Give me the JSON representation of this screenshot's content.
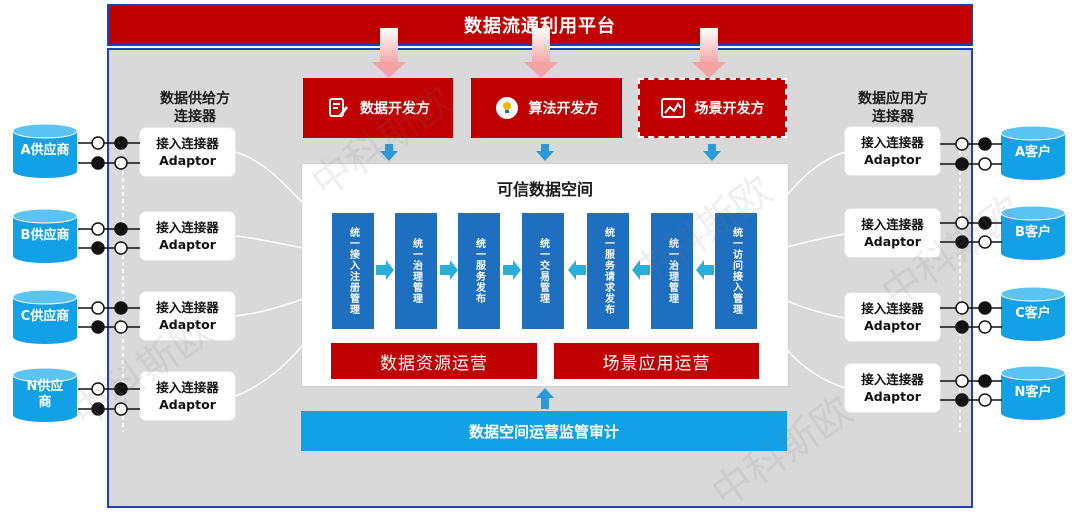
{
  "platform_title": "数据流通利用平台",
  "developers": [
    "数据开发方",
    "算法开发方",
    "场景开发方"
  ],
  "trusted_space": {
    "title": "可信数据空间",
    "modules": [
      "统一接入注册管理",
      "统一治理管理",
      "统一服务发布",
      "统一交易管理",
      "统一服务请求发布",
      "统一治理管理",
      "统一访问接入管理"
    ]
  },
  "operations": [
    "数据资源运营",
    "场景应用运营"
  ],
  "audit": "数据空间运营监管审计",
  "supplier_side": {
    "title_line1": "数据供给方",
    "title_line2": "连接器"
  },
  "consumer_side": {
    "title_line1": "数据应用方",
    "title_line2": "连接器"
  },
  "connector": {
    "line1": "接入连接器",
    "line2": "Adaptor"
  },
  "suppliers": [
    "A供应商",
    "B供应商",
    "C供应商",
    "N供应\n商"
  ],
  "customers": [
    "A客户",
    "B客户",
    "C客户",
    "N客户"
  ],
  "watermark": "中科斯欧",
  "colors": {
    "red": "#c00000",
    "blue": "#1e6fbf",
    "cyan": "#12a1e6",
    "frame": "#1f3fbf",
    "gray": "#d9d9d9"
  }
}
